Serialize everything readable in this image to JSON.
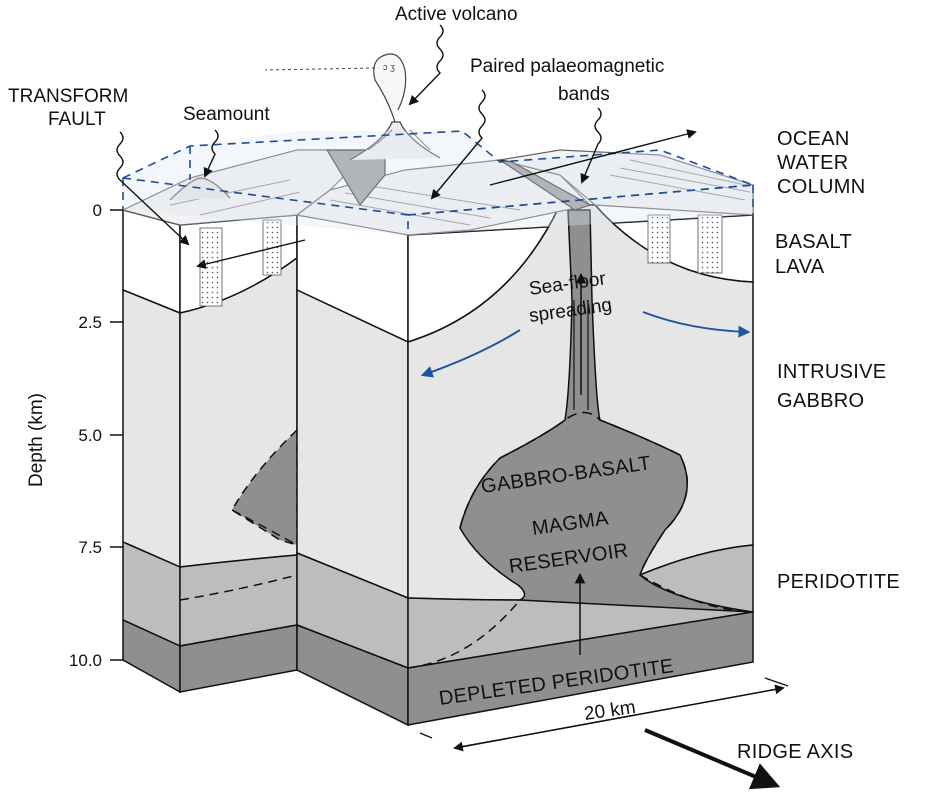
{
  "labels": {
    "active_volcano": "Active volcano",
    "transform_fault_line1": "TRANSFORM",
    "transform_fault_line2": "FAULT",
    "seamount": "Seamount",
    "paired_bands_line1": "Paired palaeomagnetic",
    "paired_bands_line2": "bands",
    "ocean_line1": "OCEAN",
    "ocean_line2": "WATER",
    "ocean_line3": "COLUMN",
    "basalt_line1": "BASALT",
    "basalt_line2": "LAVA",
    "gabbro_line1": "INTRUSIVE",
    "gabbro_line2": "GABBRO",
    "peridotite": "PERIDOTITE",
    "seafloor_line1": "Sea-floor",
    "seafloor_line2": "spreading",
    "gabbro_basalt": "GABBRO-BASALT",
    "magma_line1": "MAGMA",
    "magma_line2": "RESERVOIR",
    "depleted": "DEPLETED PERIDOTITE",
    "scale": "20 km",
    "ridge_axis": "RIDGE AXIS"
  },
  "depth_axis": {
    "title": "Depth (km)",
    "ticks": [
      "0",
      "2.5",
      "5.0",
      "7.5",
      "10.0"
    ]
  },
  "colors": {
    "water": "#dde6f2",
    "water_edge": "#1f4e96",
    "arrow_blue": "#1f55a0",
    "basalt": "#ffffff",
    "gabbro": "#e6e6e6",
    "peridotite": "#bdbdbd",
    "depleted": "#8f8f8f",
    "magma": "#8f8f8f",
    "outline": "#111111"
  }
}
